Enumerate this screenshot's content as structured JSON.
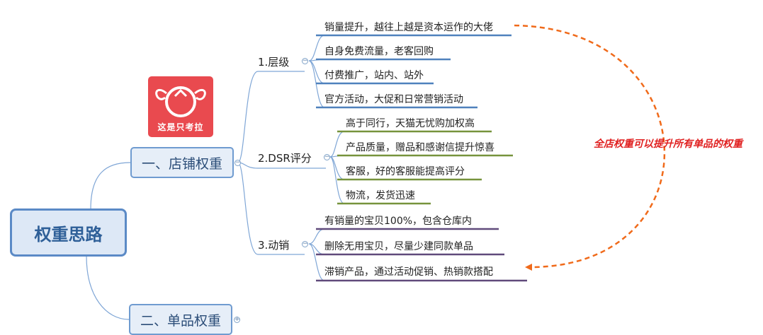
{
  "root": {
    "label": "权重思路"
  },
  "branches": [
    {
      "label": "一、店铺权重"
    },
    {
      "label": "二、单品权重"
    }
  ],
  "groups": [
    {
      "label": "1.层级",
      "items": [
        "销量提升，越往上越是资本运作的大佬",
        "自身免费流量，老客回购",
        "付费推广，站内、站外",
        "官方活动，大促和日常营销活动"
      ]
    },
    {
      "label": "2.DSR评分",
      "items": [
        "高于同行，天猫无忧购加权高",
        "产品质量，赠品和感谢信提升惊喜",
        "客服，好的客服能提高评分",
        "物流，发货迅速"
      ]
    },
    {
      "label": "3.动销",
      "items": [
        "有销量的宝贝100%，包含仓库内",
        "删除无用宝贝，尽量少建同款单品",
        "滞销产品，通过活动促销、热销款搭配"
      ]
    }
  ],
  "annotation": {
    "text": "全店权重可以提升所有单品的权重"
  },
  "logo": {
    "text": "这是只考拉"
  },
  "toggles": {
    "collapse": "−",
    "expand": "+"
  },
  "colors": {
    "tier_underline": "#4f81bd",
    "dsr_underline": "#77933c",
    "movement_underline": "#604a7b",
    "connector": "#7fa6d6",
    "arrow": "#f06a1a",
    "annotation": "#e02020"
  }
}
